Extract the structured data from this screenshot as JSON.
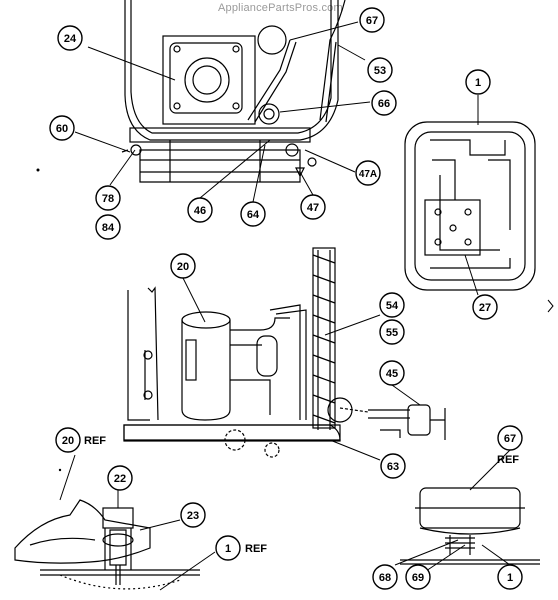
{
  "watermark": "AppliancePartsPros.com",
  "callouts": [
    {
      "id": "c-24",
      "label": "24"
    },
    {
      "id": "c-67a",
      "label": "67"
    },
    {
      "id": "c-53",
      "label": "53"
    },
    {
      "id": "c-1a",
      "label": "1"
    },
    {
      "id": "c-66",
      "label": "66"
    },
    {
      "id": "c-60",
      "label": "60"
    },
    {
      "id": "c-47A",
      "label": "47A"
    },
    {
      "id": "c-78",
      "label": "78"
    },
    {
      "id": "c-84",
      "label": "84"
    },
    {
      "id": "c-46",
      "label": "46"
    },
    {
      "id": "c-64",
      "label": "64"
    },
    {
      "id": "c-47",
      "label": "47"
    },
    {
      "id": "c-27",
      "label": "27"
    },
    {
      "id": "c-20",
      "label": "20"
    },
    {
      "id": "c-54",
      "label": "54"
    },
    {
      "id": "c-55",
      "label": "55"
    },
    {
      "id": "c-45",
      "label": "45"
    },
    {
      "id": "c-63",
      "label": "63"
    },
    {
      "id": "c-20ref",
      "label": "20"
    },
    {
      "id": "c-67b",
      "label": "67"
    },
    {
      "id": "c-22",
      "label": "22"
    },
    {
      "id": "c-23",
      "label": "23"
    },
    {
      "id": "c-1b",
      "label": "1"
    },
    {
      "id": "c-68",
      "label": "68"
    },
    {
      "id": "c-69",
      "label": "69"
    },
    {
      "id": "c-1c",
      "label": "1"
    }
  ],
  "ref_labels": {
    "ref_20": "REF",
    "ref_1": "REF",
    "ref_67": "REF"
  }
}
